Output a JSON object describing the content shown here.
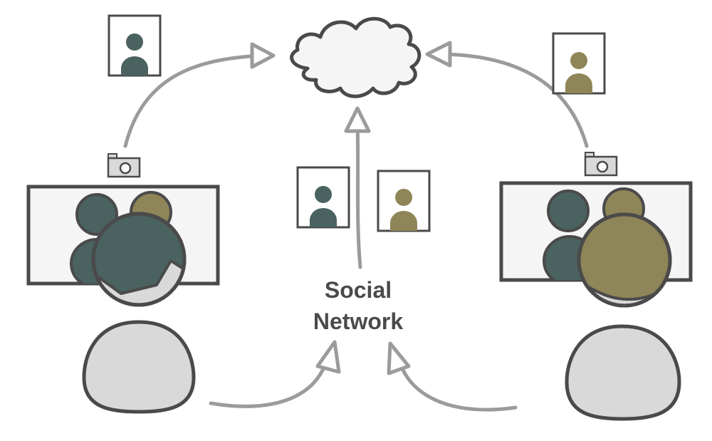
{
  "center_label": {
    "line1": "Social",
    "line2": "Network"
  },
  "colors": {
    "outline": "#4a4a4a",
    "arrow": "#9b9b9b",
    "panel_fill": "#f5f5f5",
    "body_fill": "#d9d9d9",
    "person_green": "#4a6260",
    "person_olive": "#8e8558",
    "cloud_fill": "#f5f5f5"
  },
  "icons": {
    "cloud": "cloud-icon",
    "camera": "camera-icon",
    "photo": "photo-portrait-icon",
    "arrow_head": "hollow-arrowhead"
  }
}
